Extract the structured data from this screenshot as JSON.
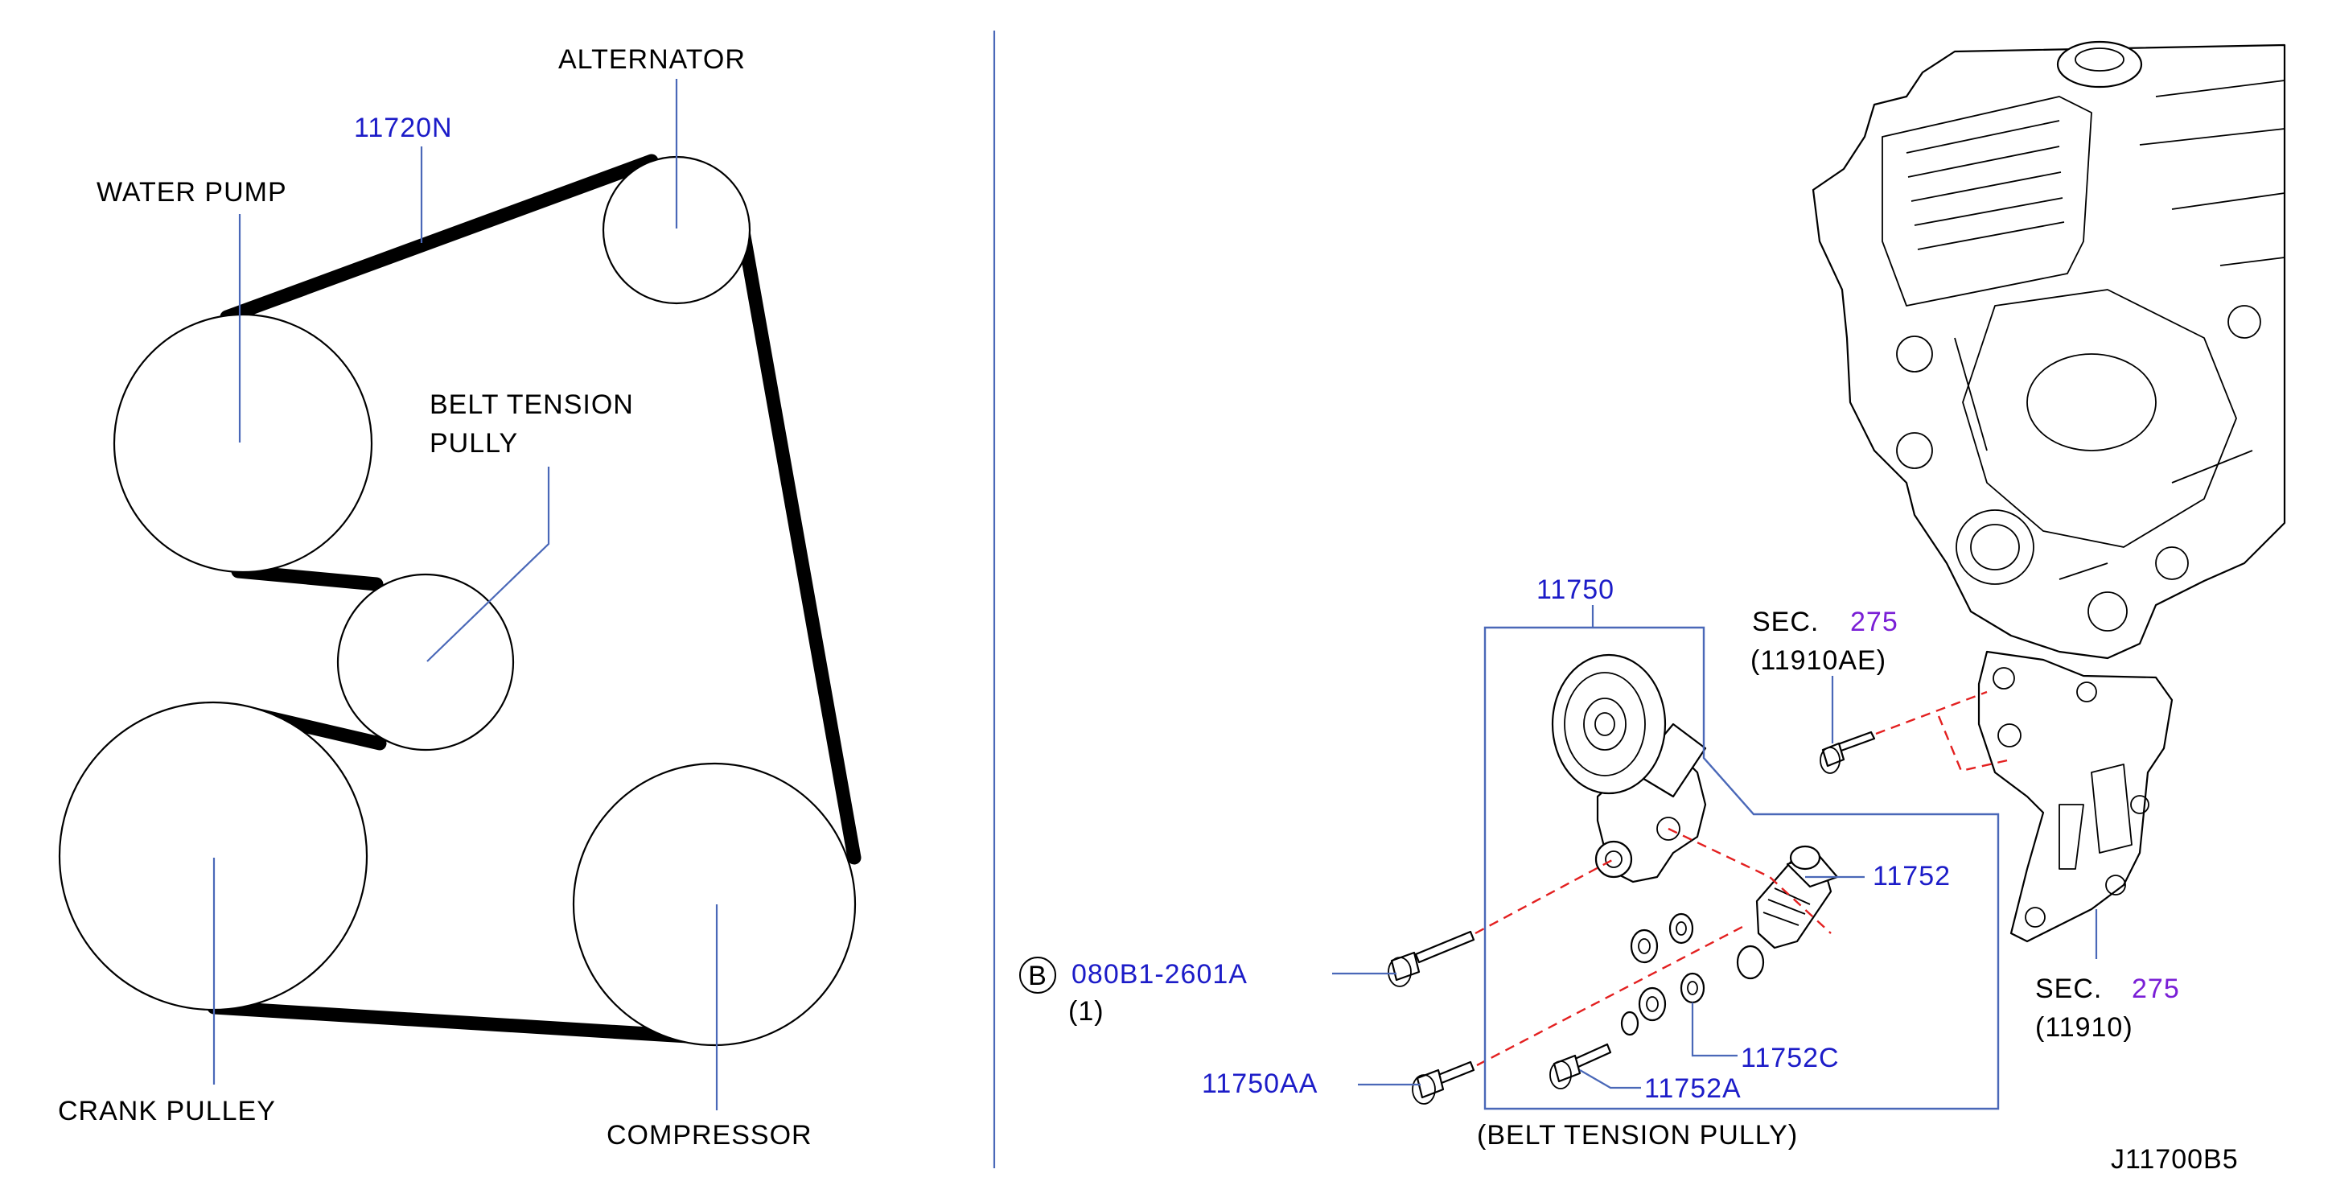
{
  "belt_diagram": {
    "belt_part_number": "11720N",
    "labels": {
      "alternator": "ALTERNATOR",
      "water_pump": "WATER  PUMP",
      "belt_tension_pully_line1": "BELT  TENSION",
      "belt_tension_pully_line2": "PULLY",
      "crank_pulley": "CRANK  PULLEY",
      "compressor": "COMPRESSOR"
    }
  },
  "assembly": {
    "tensioner_assembly_number": "11750",
    "tensioner_number": "11752",
    "spacer_number": "11752C",
    "bolt_small_number": "11752A",
    "bolt_main_number": "11750AA",
    "bolt_b_circle": "B",
    "bolt_b_number": "080B1-2601A",
    "bolt_b_qty": "(1)",
    "caption": "(BELT  TENSION  PULLY)",
    "sec_upper": {
      "sec": "SEC.",
      "num": "275",
      "ref": "(11910AE)"
    },
    "sec_lower": {
      "sec": "SEC.",
      "num": "275",
      "ref": "(11910)"
    }
  },
  "diagram_code": "J11700B5",
  "colors": {
    "part_number_blue": "#1c1cc8",
    "section_purple": "#7a1fd6",
    "leader_blue": "#4a68b8",
    "dashed_red": "#e32020"
  }
}
